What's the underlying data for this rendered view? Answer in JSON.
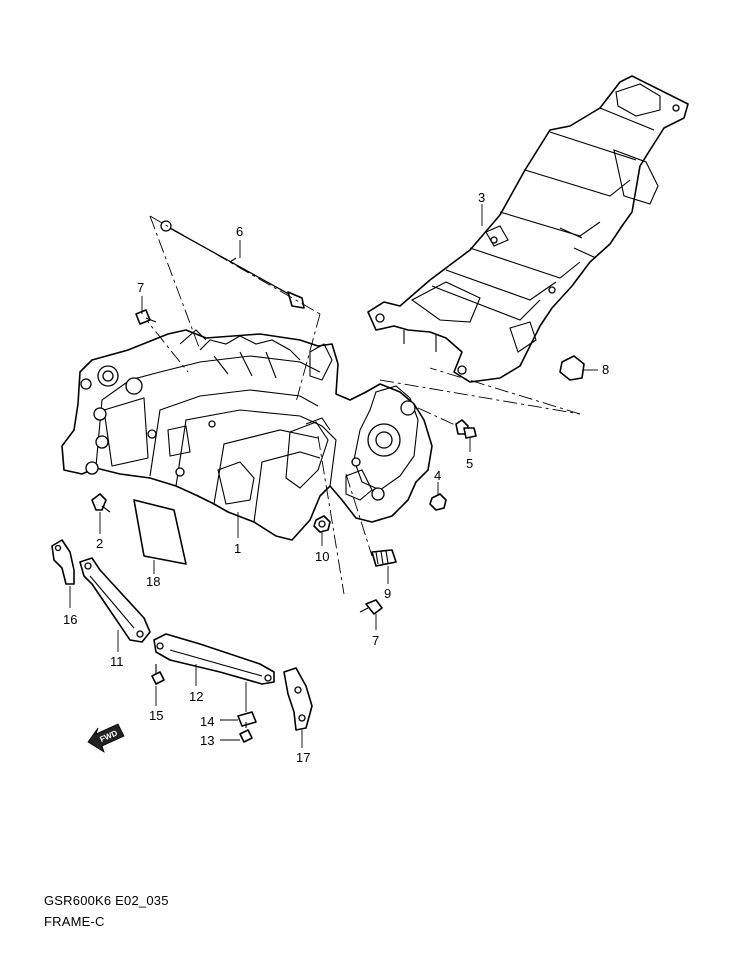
{
  "diagram": {
    "model_code": "GSR600K6 E02_035",
    "title": "FRAME-C",
    "fwd_label": "FWD",
    "callouts": {
      "p1": "1",
      "p2": "2",
      "p3": "3",
      "p4": "4",
      "p5": "5",
      "p6": "6",
      "p7a": "7",
      "p7b": "7",
      "p8": "8",
      "p9": "9",
      "p10": "10",
      "p11": "11",
      "p12": "12",
      "p13": "13",
      "p14": "14",
      "p15": "15",
      "p16": "16",
      "p17": "17",
      "p18": "18"
    }
  }
}
